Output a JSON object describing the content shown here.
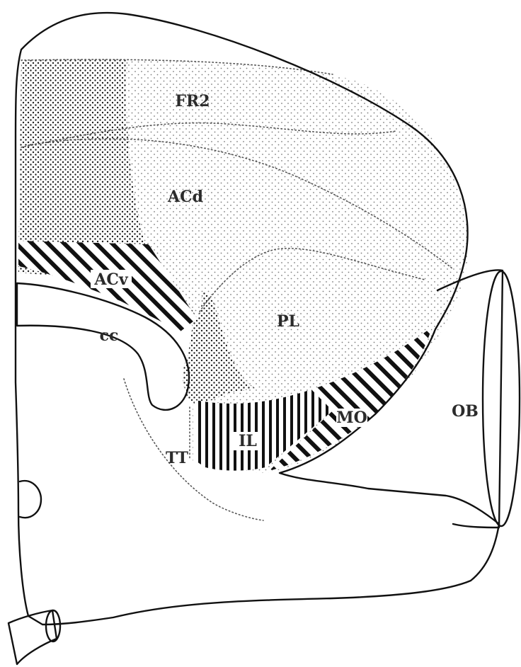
{
  "diagram": {
    "labels": {
      "fr2": "FR2",
      "acd": "ACd",
      "acv": "ACv",
      "pl": "PL",
      "il": "IL",
      "mo": "MO",
      "cc": "cc",
      "tt": "TT",
      "ob": "OB"
    },
    "colors": {
      "outline": "#111111",
      "dense_stipple": "#1a1a1a",
      "light_stipple": "#8a8a8a",
      "hatch": "#111111"
    }
  }
}
